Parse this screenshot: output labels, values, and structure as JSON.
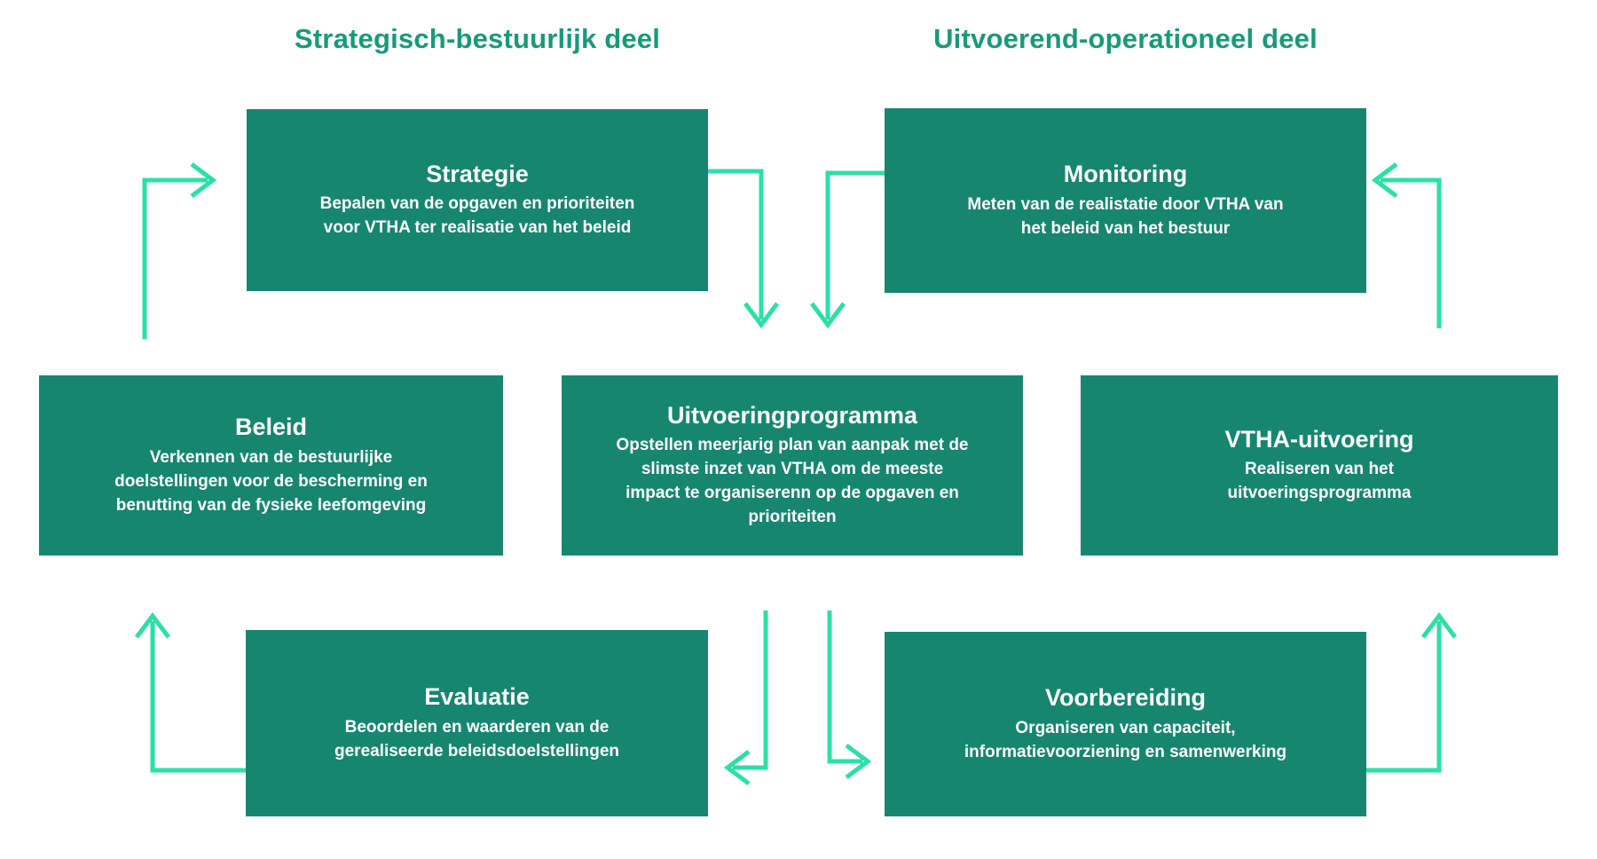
{
  "colors": {
    "background": "#ffffff",
    "box": "#16866f",
    "box_text": "#ffffff",
    "header": "#179a7a",
    "arrow": "#2be0a6"
  },
  "headers": {
    "left": "Strategisch-bestuurlijk deel",
    "right": "Uitvoerend-operationeel deel"
  },
  "boxes": {
    "strategie": {
      "title": "Strategie",
      "description": "Bepalen van de opgaven en prioriteiten\nvoor VTHA ter realisatie van het beleid"
    },
    "monitoring": {
      "title": "Monitoring",
      "description": "Meten van de realistatie door VTHA van\nhet beleid van het bestuur"
    },
    "beleid": {
      "title": "Beleid",
      "description": "Verkennen van de bestuurlijke\ndoelstellingen voor de bescherming en\nbenutting van de fysieke leefomgeving"
    },
    "uitvoeringprogramma": {
      "title": "Uitvoeringprogramma",
      "description": "Opstellen meerjarig plan van aanpak met de\nslimste inzet van VTHA om de meeste\nimpact te organiserenn op de opgaven en\nprioriteiten"
    },
    "vtha_uitvoering": {
      "title": "VTHA-uitvoering",
      "description": "Realiseren van het\nuitvoeringsprogramma"
    },
    "evaluatie": {
      "title": "Evaluatie",
      "description": "Beoordelen en waarderen van de\ngerealiseerde beleidsdoelstellingen"
    },
    "voorbereiding": {
      "title": "Voorbereiding",
      "description": "Organiseren van capaciteit,\ninformatievoorziening en samenwerking"
    }
  },
  "flows": [
    {
      "from": "Beleid",
      "to": "Strategie"
    },
    {
      "from": "Strategie",
      "to": "Uitvoeringprogramma"
    },
    {
      "from": "Monitoring",
      "to": "Uitvoeringprogramma"
    },
    {
      "from": "VTHA-uitvoering",
      "to": "Monitoring"
    },
    {
      "from": "Uitvoeringprogramma",
      "to": "Evaluatie"
    },
    {
      "from": "Uitvoeringprogramma",
      "to": "Voorbereiding"
    },
    {
      "from": "Evaluatie",
      "to": "Beleid"
    },
    {
      "from": "Voorbereiding",
      "to": "VTHA-uitvoering"
    }
  ]
}
